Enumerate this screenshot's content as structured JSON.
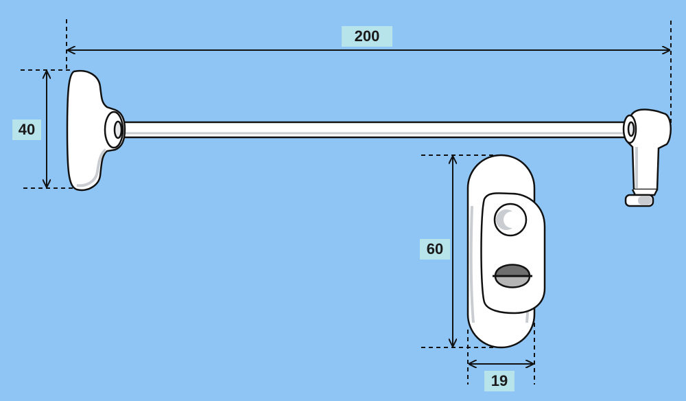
{
  "dimensions": {
    "length": "200",
    "handle_height": "40",
    "plate_height": "60",
    "plate_width": "19"
  },
  "colors": {
    "background": "#8ec5f5",
    "label_background": "#b7e3ea",
    "part_fill": "#ffffff",
    "part_shadow": "#c9ccd0",
    "outline": "#111111",
    "lock_dark": "#6e6e6e",
    "lock_light": "#b5b5b5"
  }
}
